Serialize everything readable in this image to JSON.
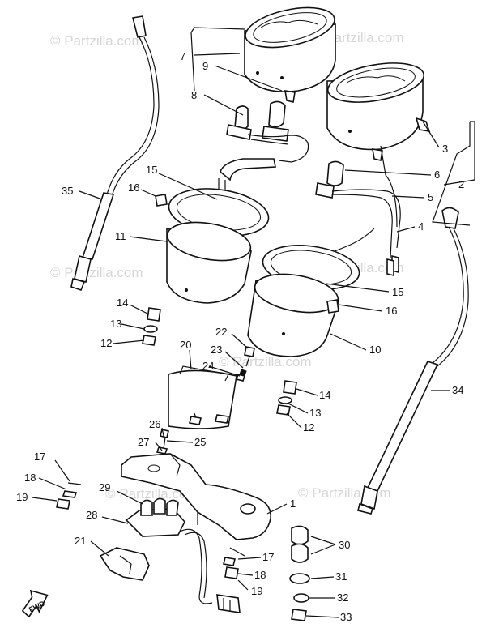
{
  "watermarks": [
    {
      "text": "© Partzilla.com"
    },
    {
      "text": "© Partzilla.com"
    },
    {
      "text": "© Partzilla.com"
    },
    {
      "text": "© Partzilla.com"
    },
    {
      "text": "© Partzilla.com"
    },
    {
      "text": "© Partzilla.com"
    },
    {
      "text": "© Partzilla.com"
    }
  ],
  "callouts": [
    "7",
    "9",
    "8",
    "3",
    "6",
    "2",
    "5",
    "4",
    "35",
    "15",
    "16",
    "11",
    "15",
    "16",
    "10",
    "14",
    "13",
    "12",
    "22",
    "23",
    "20",
    "24",
    "14",
    "13",
    "12",
    "26",
    "25",
    "27",
    "17",
    "18",
    "19",
    "29",
    "28",
    "1",
    "21",
    "30",
    "17",
    "18",
    "31",
    "19",
    "32",
    "33",
    "34"
  ],
  "fwd_label": "FWD"
}
